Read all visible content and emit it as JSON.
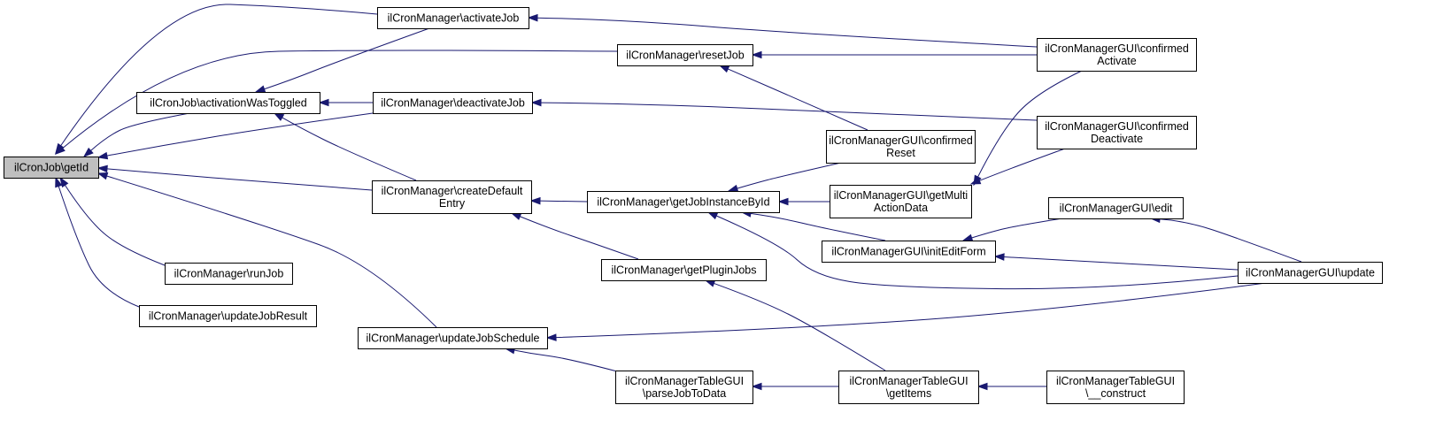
{
  "diagram": {
    "type": "call-graph",
    "colors": {
      "node_fill": "#ffffff",
      "root_fill": "#bfbfbf",
      "border": "#000000",
      "edge": "#191970"
    },
    "nodes": [
      {
        "id": "getId",
        "label": [
          "ilCronJob\\getId"
        ],
        "root": true
      },
      {
        "id": "activateJob",
        "label": [
          "ilCronManager\\activateJob"
        ]
      },
      {
        "id": "resetJob",
        "label": [
          "ilCronManager\\resetJob"
        ]
      },
      {
        "id": "activationWasToggled",
        "label": [
          "ilCronJob\\activationWasToggled"
        ]
      },
      {
        "id": "deactivateJob",
        "label": [
          "ilCronManager\\deactivateJob"
        ]
      },
      {
        "id": "createDefaultEntry",
        "label": [
          "ilCronManager\\createDefault",
          "Entry"
        ]
      },
      {
        "id": "runJob",
        "label": [
          "ilCronManager\\runJob"
        ]
      },
      {
        "id": "updateJobResult",
        "label": [
          "ilCronManager\\updateJobResult"
        ]
      },
      {
        "id": "updateJobSchedule",
        "label": [
          "ilCronManager\\updateJobSchedule"
        ]
      },
      {
        "id": "getJobInstanceById",
        "label": [
          "ilCronManager\\getJobInstanceById"
        ]
      },
      {
        "id": "getPluginJobs",
        "label": [
          "ilCronManager\\getPluginJobs"
        ]
      },
      {
        "id": "parseJobToData",
        "label": [
          "ilCronManagerTableGUI",
          "\\parseJobToData"
        ]
      },
      {
        "id": "confirmedReset",
        "label": [
          "ilCronManagerGUI\\confirmed",
          "Reset"
        ]
      },
      {
        "id": "getMultiActionData",
        "label": [
          "ilCronManagerGUI\\getMulti",
          "ActionData"
        ]
      },
      {
        "id": "initEditForm",
        "label": [
          "ilCronManagerGUI\\initEditForm"
        ]
      },
      {
        "id": "getItems",
        "label": [
          "ilCronManagerTableGUI",
          "\\getItems"
        ]
      },
      {
        "id": "confirmedActivate",
        "label": [
          "ilCronManagerGUI\\confirmed",
          "Activate"
        ]
      },
      {
        "id": "confirmedDeactivate",
        "label": [
          "ilCronManagerGUI\\confirmed",
          "Deactivate"
        ]
      },
      {
        "id": "edit",
        "label": [
          "ilCronManagerGUI\\edit"
        ]
      },
      {
        "id": "update",
        "label": [
          "ilCronManagerGUI\\update"
        ]
      },
      {
        "id": "construct",
        "label": [
          "ilCronManagerTableGUI",
          "\\__construct"
        ]
      }
    ],
    "edges": [
      {
        "from": "activateJob",
        "to": "getId"
      },
      {
        "from": "resetJob",
        "to": "getId"
      },
      {
        "from": "activationWasToggled",
        "to": "getId"
      },
      {
        "from": "deactivateJob",
        "to": "getId"
      },
      {
        "from": "createDefaultEntry",
        "to": "getId"
      },
      {
        "from": "runJob",
        "to": "getId"
      },
      {
        "from": "updateJobResult",
        "to": "getId"
      },
      {
        "from": "updateJobSchedule",
        "to": "getId"
      },
      {
        "from": "activateJob",
        "to": "activationWasToggled"
      },
      {
        "from": "deactivateJob",
        "to": "activationWasToggled"
      },
      {
        "from": "createDefaultEntry",
        "to": "activationWasToggled"
      },
      {
        "from": "confirmedActivate",
        "to": "activateJob"
      },
      {
        "from": "confirmedActivate",
        "to": "resetJob"
      },
      {
        "from": "confirmedDeactivate",
        "to": "deactivateJob"
      },
      {
        "from": "confirmedReset",
        "to": "resetJob"
      },
      {
        "from": "getJobInstanceById",
        "to": "createDefaultEntry"
      },
      {
        "from": "getPluginJobs",
        "to": "createDefaultEntry"
      },
      {
        "from": "confirmedReset",
        "to": "getJobInstanceById"
      },
      {
        "from": "getMultiActionData",
        "to": "getJobInstanceById"
      },
      {
        "from": "initEditForm",
        "to": "getJobInstanceById"
      },
      {
        "from": "update",
        "to": "getJobInstanceById"
      },
      {
        "from": "confirmedActivate",
        "to": "getMultiActionData"
      },
      {
        "from": "confirmedDeactivate",
        "to": "getMultiActionData"
      },
      {
        "from": "edit",
        "to": "initEditForm"
      },
      {
        "from": "update",
        "to": "initEditForm"
      },
      {
        "from": "update",
        "to": "edit"
      },
      {
        "from": "update",
        "to": "updateJobSchedule"
      },
      {
        "from": "parseJobToData",
        "to": "updateJobSchedule"
      },
      {
        "from": "getItems",
        "to": "parseJobToData"
      },
      {
        "from": "getItems",
        "to": "getPluginJobs"
      },
      {
        "from": "construct",
        "to": "getItems"
      }
    ]
  }
}
